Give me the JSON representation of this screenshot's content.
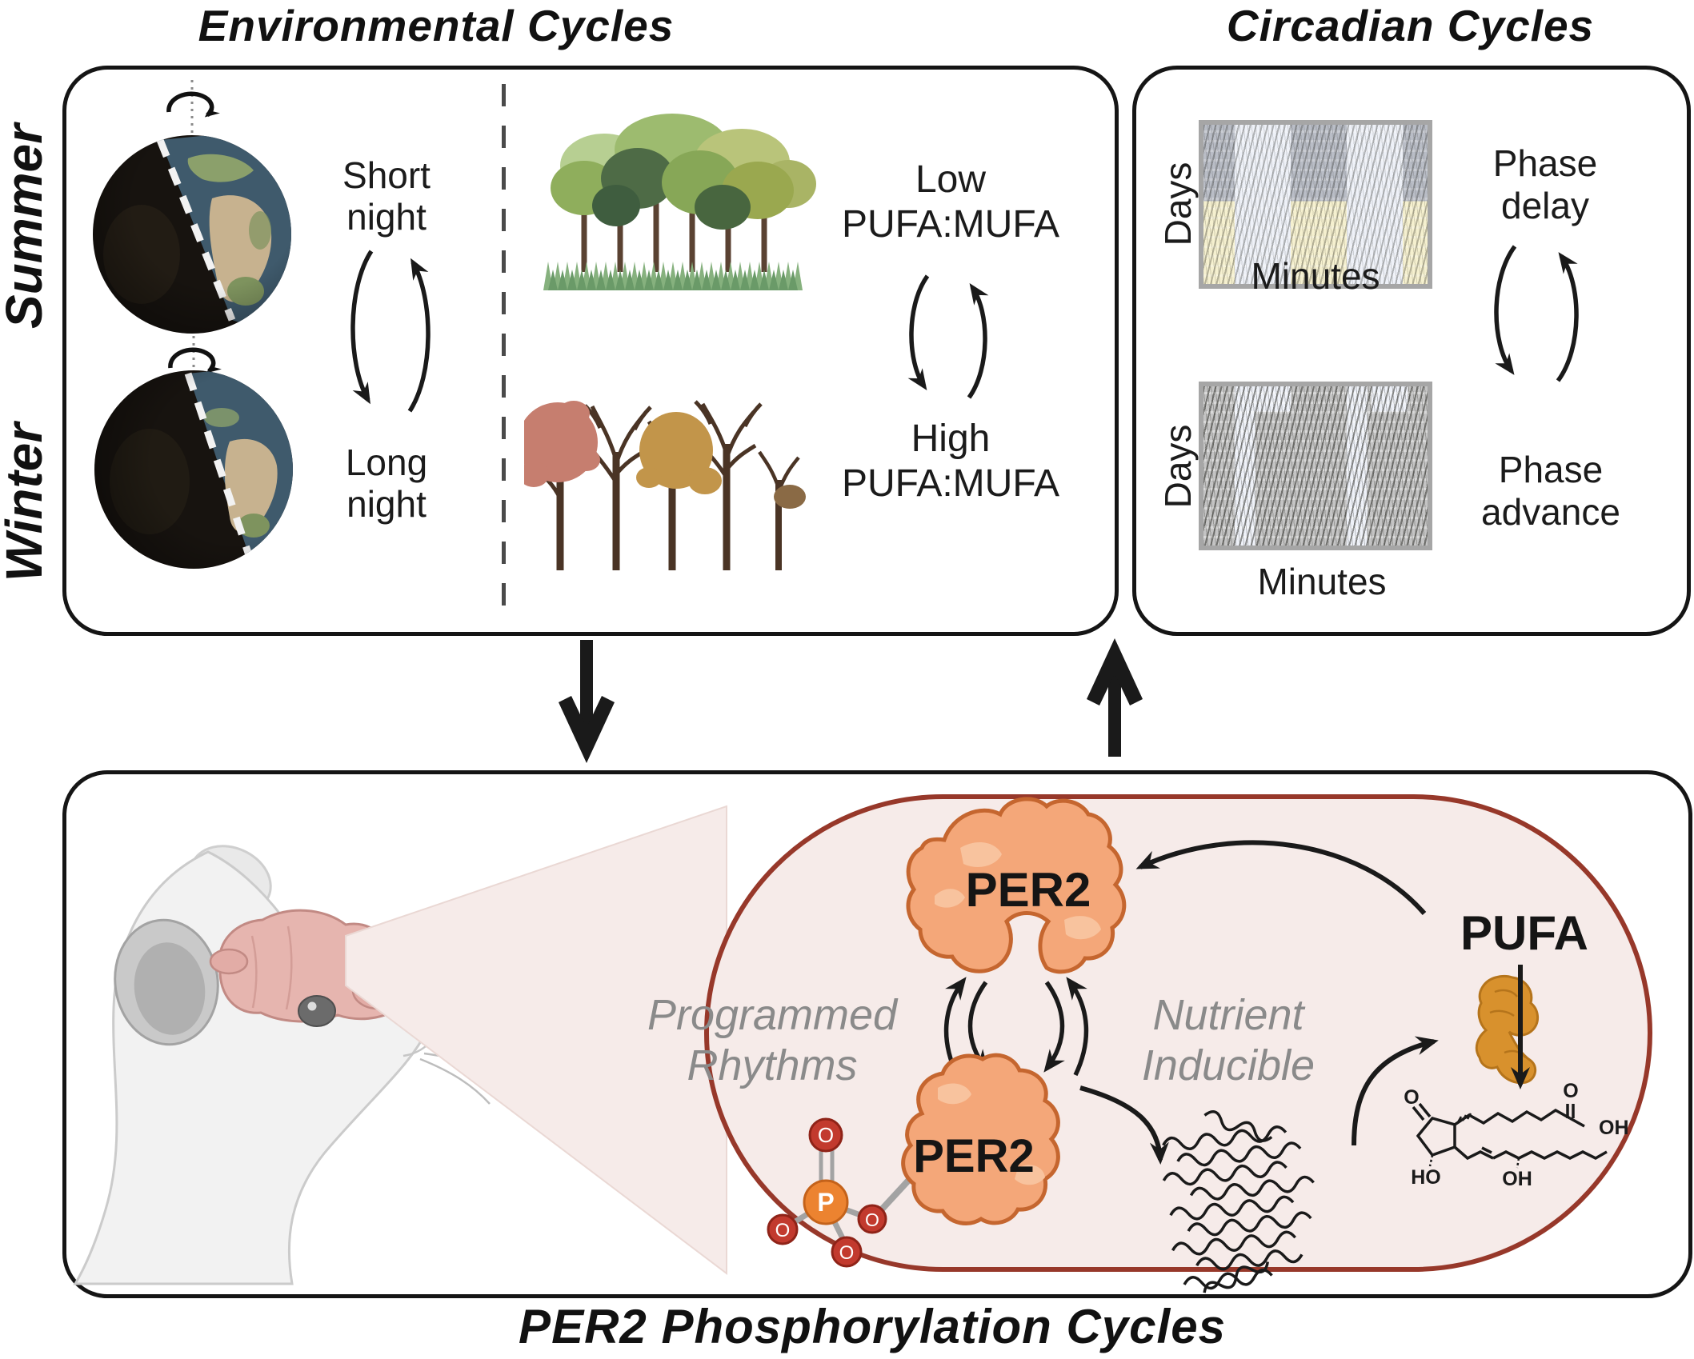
{
  "figure": {
    "env_title": "Environmental Cycles",
    "circ_title": "Circadian Cycles",
    "bottom_title": "PER2 Phosphorylation Cycles"
  },
  "environmental": {
    "summer_label": "Summer",
    "winter_label": "Winter",
    "short_night": "Short\nnight",
    "long_night": "Long\nnight",
    "low_ratio": "Low\nPUFA:MUFA",
    "high_ratio": "High\nPUFA:MUFA"
  },
  "circadian": {
    "actogram1": {
      "y_label": "Days",
      "x_label": "Minutes"
    },
    "actogram2": {
      "y_label": "Days",
      "x_label": "Minutes"
    },
    "phase_delay": "Phase\ndelay",
    "phase_advance": "Phase\nadvance"
  },
  "cell": {
    "per2_top": "PER2",
    "per2_bottom": "PER2",
    "programmed_rhythms": "Programmed\nRhythms",
    "nutrient_inducible": "Nutrient\nInducible",
    "pufa_label": "PUFA",
    "phosphate": {
      "p": "P",
      "o1": "O",
      "o2": "O",
      "o3": "O",
      "o4": "O"
    },
    "chemistry": {
      "ketone_o": "O",
      "acid_o": "O",
      "acid_oh": "OH",
      "ho": "HO",
      "oh": "OH"
    }
  },
  "colors": {
    "cell_fill": "#f6ebe9",
    "cell_border": "#97382a",
    "per2_fill": "#f4a779",
    "per2_border": "#c5662f",
    "gray_text": "#8a8a8a",
    "pufa_blob": "#d8912d",
    "actogram_yellow": "#f5f0cf",
    "actogram_gray": "#b9bdc6",
    "arrow_black": "#1a1a1a"
  }
}
